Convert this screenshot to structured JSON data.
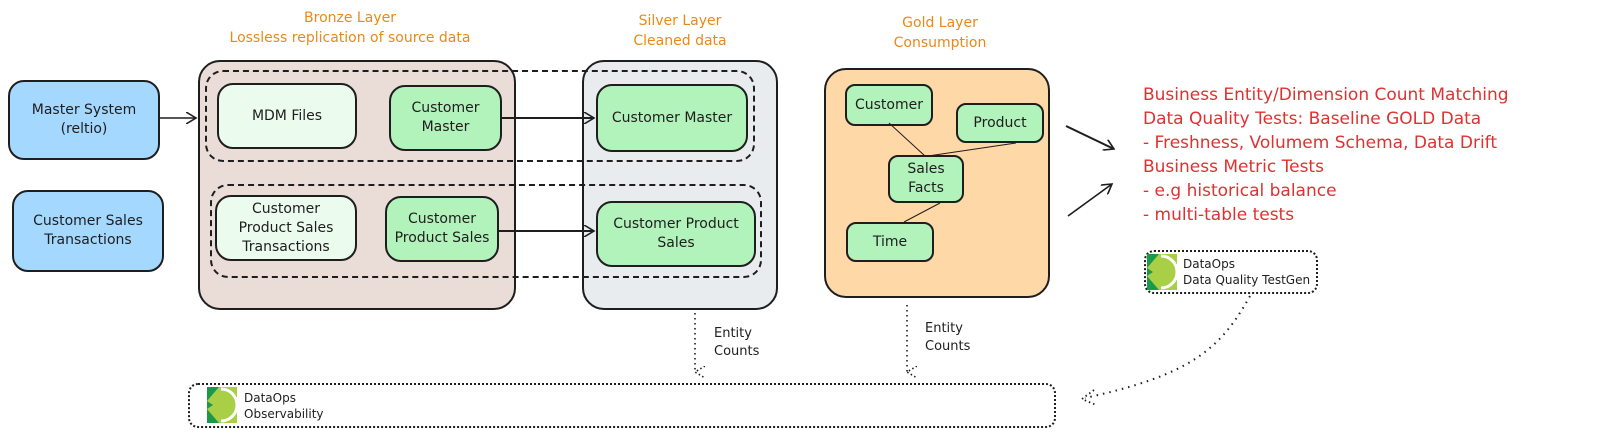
{
  "layers": {
    "bronze": {
      "title_line1": "Bronze Layer",
      "title_line2": "Lossless replication of source data",
      "fill": "#eaddd7"
    },
    "silver": {
      "title_line1": "Silver Layer",
      "title_line2": "Cleaned data",
      "fill": "#e9ecef"
    },
    "gold": {
      "title_line1": "Gold Layer",
      "title_line2": "Consumption",
      "fill": "#ffd8a8"
    }
  },
  "sources": [
    {
      "line1": "Master System",
      "line2": "(reltio)"
    },
    {
      "line1": "Customer Sales",
      "line2": "Transactions"
    }
  ],
  "bronze_nodes": {
    "mdm_files": "MDM Files",
    "customer_master": {
      "line1": "Customer",
      "line2": "Master"
    },
    "cps_transactions": {
      "line1": "Customer",
      "line2": "Product Sales",
      "line3": "Transactions"
    },
    "customer_product_sales": {
      "line1": "Customer",
      "line2": "Product Sales"
    }
  },
  "silver_nodes": {
    "customer_master": "Customer Master",
    "customer_product_sales": {
      "line1": "Customer Product",
      "line2": "Sales"
    }
  },
  "gold_nodes": {
    "customer": "Customer",
    "product": "Product",
    "sales_facts": {
      "line1": "Sales",
      "line2": "Facts"
    },
    "time": "Time"
  },
  "entity_counts": {
    "line1": "Entity",
    "line2": "Counts"
  },
  "tests": [
    "Business Entity/Dimension Count Matching",
    "Data Quality Tests: Baseline GOLD Data",
    "- Freshness, Volumem Schema, Data Drift",
    "Business Metric Tests",
    "- e.g historical balance",
    "- multi-table tests"
  ],
  "testgen": {
    "line1": "DataOps",
    "line2": "Data Quality TestGen"
  },
  "observability": {
    "line1": "DataOps",
    "line2": "Observability"
  },
  "colors": {
    "title_orange": "#e8891a",
    "tests_red": "#e03131",
    "source_blue": "#a5d8ff",
    "node_green": "#b2f2bb",
    "node_mint": "#ebfbee"
  }
}
